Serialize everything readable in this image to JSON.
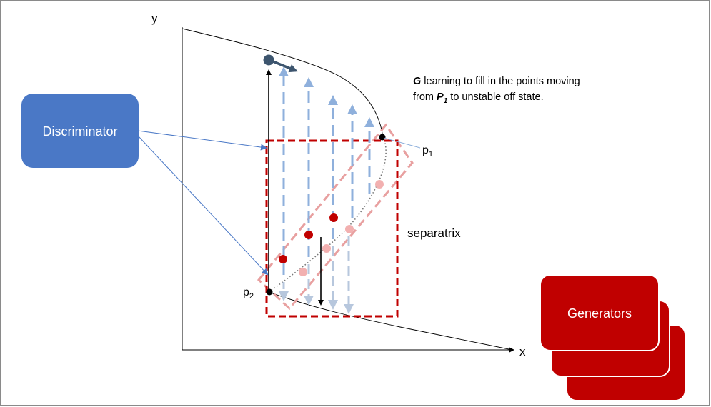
{
  "axes": {
    "x_label": "x",
    "y_label": "y"
  },
  "discriminator": {
    "label": "Discriminator",
    "color": "#4a78c6"
  },
  "generators": {
    "label": "Generators",
    "color": "#c00000",
    "stack_count": 3
  },
  "annotation": {
    "line1_bold": "G",
    "line1_rest": " learning to fill in the points moving",
    "line2_prefix": "from ",
    "line2_bold": "P",
    "line2_bold_sub": "1",
    "line2_rest": " to unstable off state."
  },
  "points": {
    "p1": {
      "base": "p",
      "sub": "1"
    },
    "p2": {
      "base": "p",
      "sub": "2"
    }
  },
  "separatrix_label": "separatrix",
  "colors": {
    "box_outline": "#c00000",
    "band_outline": "#e8a0a0",
    "flow_arrow": "#8fb0dc",
    "flow_arrow_light": "#b7c7dd",
    "dot_dark": "#c00000",
    "dot_light": "#f2b0b0",
    "connector": "#4a78c6"
  }
}
